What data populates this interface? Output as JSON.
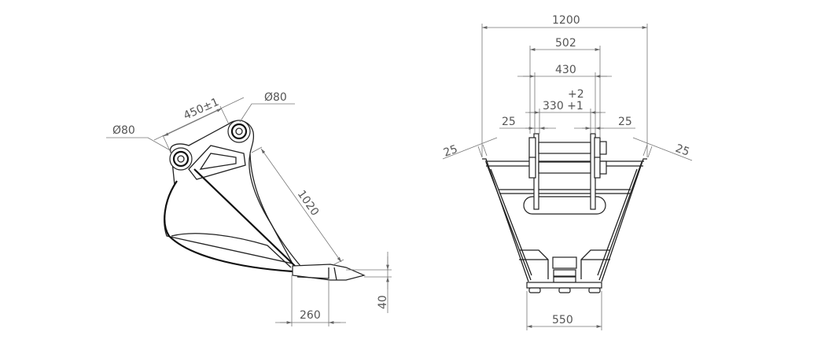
{
  "side_view": {
    "pin_diameter_left": "Ø80",
    "pin_diameter_right": "Ø80",
    "pin_distance": "450±1",
    "length": "1020",
    "tooth_length": "260",
    "tooth_height": "40"
  },
  "front_view": {
    "overall_width": "1200",
    "outer_ear_width": "502",
    "ear_width": "430",
    "inner_ear_tol_upper": "+2",
    "inner_ear_width": "330 +1",
    "ear_thickness_left": "25",
    "ear_thickness_right": "25",
    "side_plate_left": "25",
    "side_plate_right": "25",
    "bottom_width": "550"
  }
}
